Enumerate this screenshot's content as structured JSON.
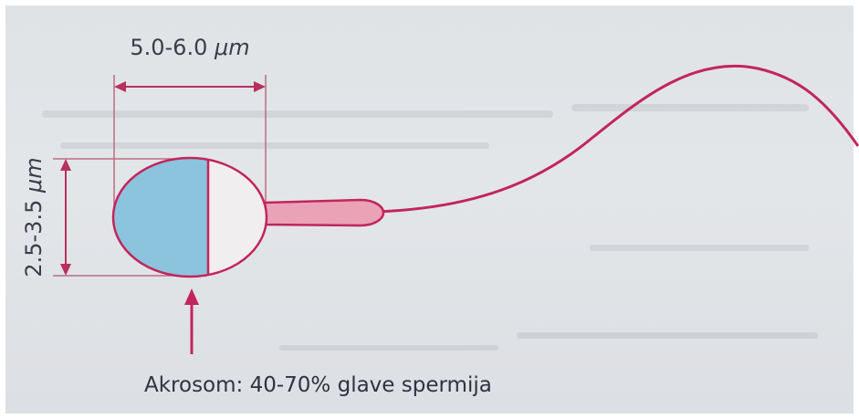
{
  "width_label": {
    "value": "5.0-6.0",
    "unit": "μm"
  },
  "height_label": {
    "value": "2.5-3.5",
    "unit": "μm"
  },
  "caption": "Akrosom: 40-70% glave spermija",
  "colors": {
    "outline": "#c2255c",
    "acrosome_fill": "#8cc3dd",
    "midpiece_fill": "#e9a2b6",
    "dimension_lines": "#b8305c",
    "arrow": "#c2255c",
    "background": "#e0e4e7"
  }
}
